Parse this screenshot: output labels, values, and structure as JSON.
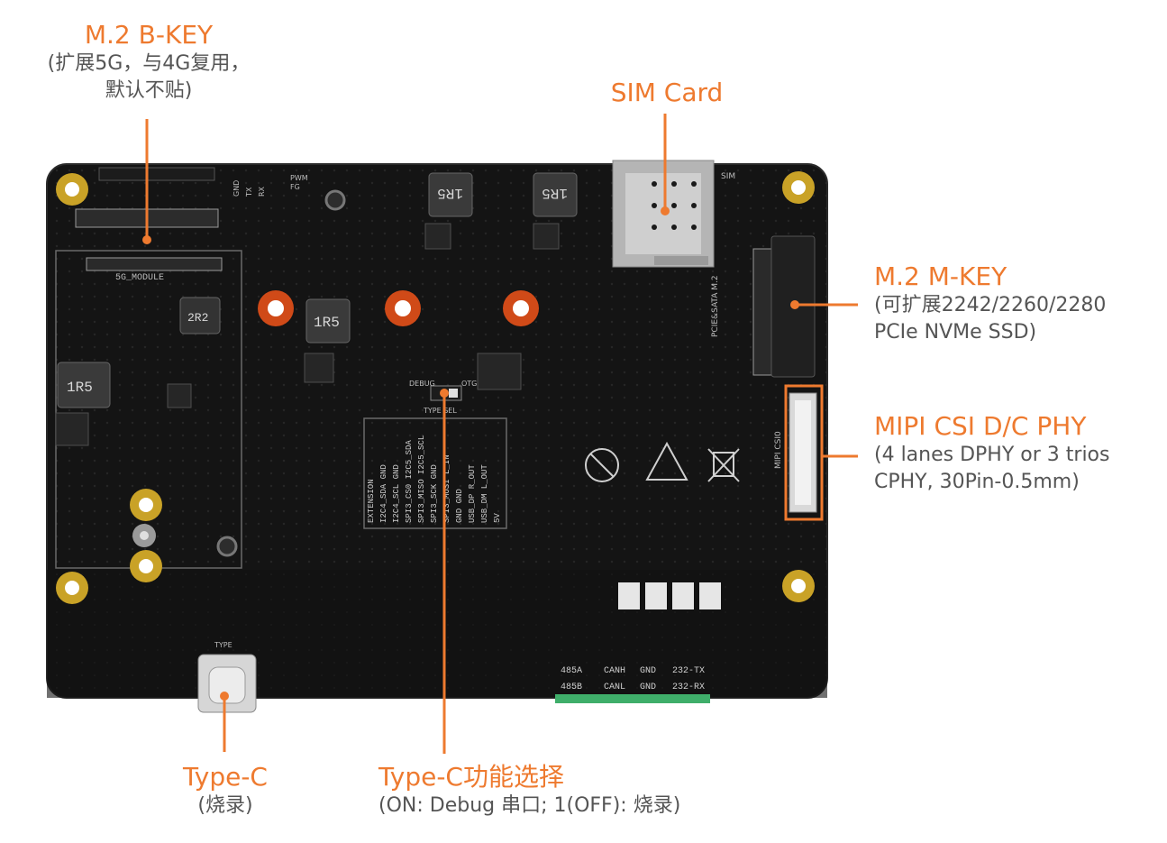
{
  "colors": {
    "accent": "#ee7a2f",
    "note": "#555555",
    "board": "#141414",
    "gold": "#c9a227",
    "copper": "#d04a18"
  },
  "callouts": {
    "m2_bkey": {
      "title": "M.2 B-KEY",
      "line1": "(扩展5G，与4G复用，",
      "line2": "默认不贴)"
    },
    "sim": {
      "title": "SIM Card"
    },
    "m2_mkey": {
      "title": "M.2 M-KEY",
      "line1": "(可扩展2242/2260/2280",
      "line2": "PCIe NVMe SSD)"
    },
    "mipi": {
      "title": "MIPI CSI D/C PHY",
      "line1": "(4 lanes DPHY or 3 trios",
      "line2": "CPHY, 30Pin-0.5mm)"
    },
    "typec": {
      "title": "Type-C",
      "line1": "(烧录)"
    },
    "typec_sel": {
      "title": "Type-C功能选择",
      "line1": "(ON: Debug 串口; 1(OFF): 烧录)"
    }
  },
  "silkscreen": {
    "module": "5G_MODULE",
    "sim": "SIM",
    "pcie": "PCIE&SATA M.2",
    "mipi": "MIPI CSI0",
    "typesel": "TYPE SEL",
    "debug": "DEBUG",
    "otg": "OTG",
    "typec": "TYPE",
    "inductor": "1R5",
    "inductor_b": "2R2",
    "pwm": "PWM",
    "fg": "FG",
    "gnd": "GND",
    "tx": "TX",
    "rx": "RX",
    "can_row1": [
      "485A",
      "CANH",
      "GND",
      "232-TX"
    ],
    "can_row2": [
      "485B",
      "CANL",
      "GND",
      "232-RX"
    ],
    "ext_cols": [
      "EXTENSION",
      "I2C4_SDA  GND",
      "I2C4_SCL  GND",
      "SPI3_CS0  I2C5_SDA",
      "SPI3_MISO I2C5_SCL",
      "SPI3_SCK  GND",
      "SPI3_MOSI  L_IN",
      "GND  GND",
      "USB_DP  R_OUT",
      "USB_DM  L_OUT",
      "5V"
    ]
  }
}
